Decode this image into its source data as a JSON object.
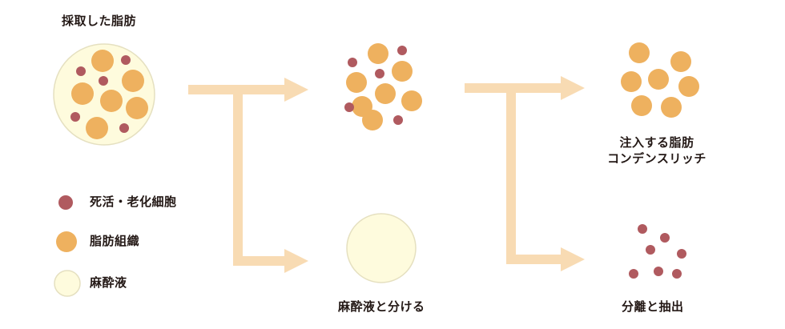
{
  "title": "採取した脂肪",
  "legend": [
    {
      "label": "死活・老化細胞",
      "color": "#B05A5F",
      "icon": "small-red-dot-icon"
    },
    {
      "label": "脂肪組織",
      "color": "#EEB15F",
      "icon": "orange-circle-icon"
    },
    {
      "label": "麻酔液",
      "color": "#FEFBDD",
      "icon": "cream-circle-icon"
    }
  ],
  "steps": {
    "anesthetic_separation": "麻酔液と分ける",
    "condensed_fat_line1": "注入する脂肪",
    "condensed_fat_line2": "コンデンスリッチ",
    "separation_extraction": "分離と抽出"
  },
  "colors": {
    "arrow": "#F8DBB3",
    "fat": "#EEB15F",
    "dead_cell": "#B05A5F",
    "anesthetic": "#FEFBDD",
    "outline": "#E5E0C0"
  }
}
